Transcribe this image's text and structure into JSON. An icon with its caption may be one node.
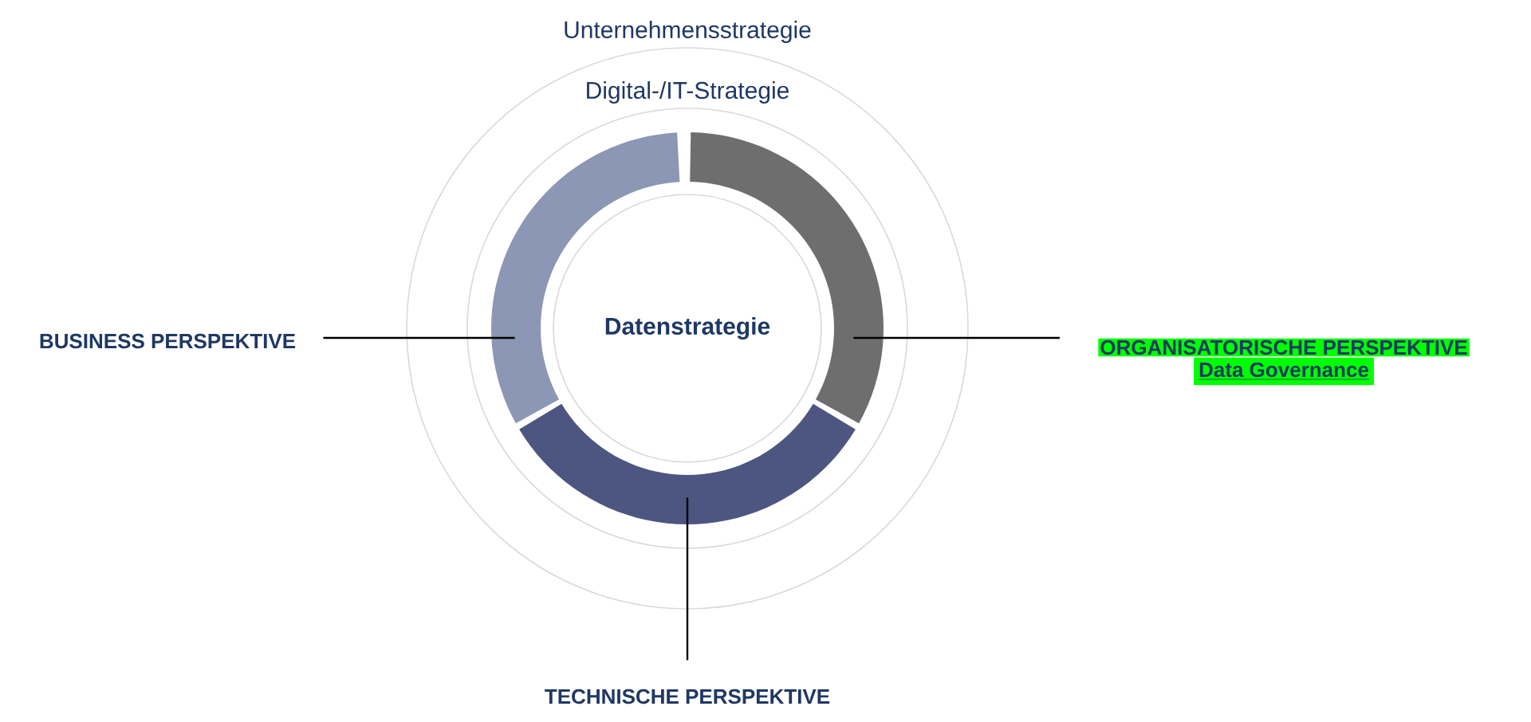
{
  "diagram": {
    "nodes": [
      {
        "text": [
          "Unternehmensstrategie"
        ]
      },
      {
        "text": [
          "Digital-/IT-Strategie"
        ],
        "in": 0
      },
      {
        "text": [
          "Datenstrategie"
        ],
        "in": 1
      },
      {
        "text": [],
        "shape": "arc",
        "in": 1
      },
      {
        "text": [],
        "shape": "arc",
        "in": 1
      },
      {
        "text": [],
        "shape": "arc",
        "in": 1
      },
      {
        "text": [
          "BUSINESS PERSPEKTIVE"
        ]
      },
      {
        "text": [
          "ORGANISATORISCHE PERSPEKTIVE",
          "Data Governance"
        ]
      },
      {
        "text": [
          "TECHNISCHE PERSPEKTIVE"
        ]
      }
    ],
    "edges": [
      {
        "from": 6,
        "to": 3,
        "arrow": "none"
      },
      {
        "from": 7,
        "to": 4,
        "arrow": "none"
      },
      {
        "from": 8,
        "to": 5,
        "arrow": "none"
      }
    ]
  }
}
